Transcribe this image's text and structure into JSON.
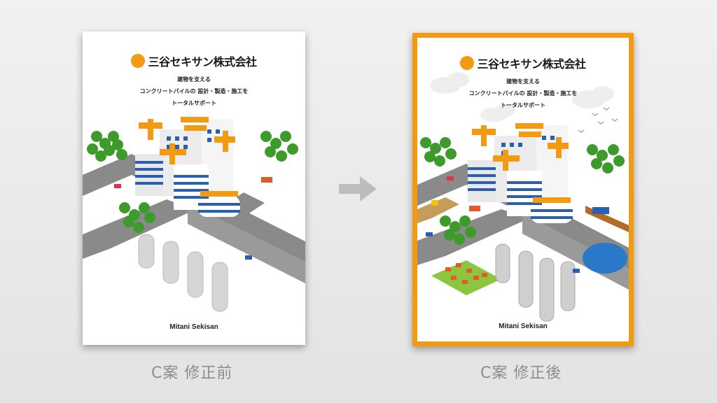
{
  "comparison": {
    "before": {
      "logo_text": "三谷セキサン株式会社",
      "tagline_lines": [
        "建物を支える",
        "コンクリートパイルの 設計・製造・施工を",
        "トータルサポート"
      ],
      "footer": "Mitani Sekisan",
      "caption": "C案 修正前"
    },
    "after": {
      "logo_text": "三谷セキサン株式会社",
      "tagline_lines": [
        "建物を支える",
        "コンクリートパイルの 設計・製造・施工を",
        "トータルサポート"
      ],
      "footer": "Mitani Sekisan",
      "caption": "C案 修正後"
    }
  },
  "colors": {
    "accent": "#f29b12",
    "caption": "#8d8d8d",
    "road": "#8a8a8a",
    "tree": "#3c9b2b",
    "building_blue": "#2a5fb0"
  },
  "icons": {
    "arrow": "arrow-right-icon",
    "logo": "company-logo-icon"
  }
}
